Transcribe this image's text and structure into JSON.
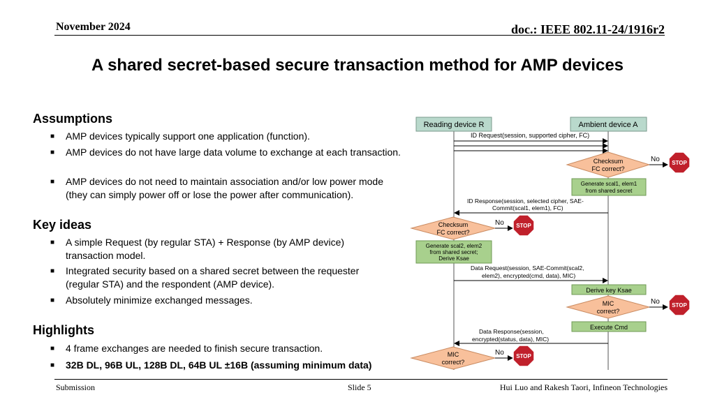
{
  "header": {
    "date": "November 2024",
    "doc": "doc.: IEEE 802.11-24/1916r2"
  },
  "title": "A shared secret-based secure transaction method for AMP devices",
  "sections": {
    "assumptions": {
      "heading": "Assumptions",
      "items": [
        "AMP devices typically support one application (function).",
        "AMP devices do not have large data volume to exchange at each transaction.",
        "AMP devices do not need to maintain association and/or low power mode (they can simply power off or lose the power after communication)."
      ]
    },
    "key_ideas": {
      "heading": "Key ideas",
      "items": [
        "A simple Request (by regular STA) + Response (by AMP device) transaction model.",
        "Integrated security based on a shared secret between the requester (regular STA) and the respondent (AMP device).",
        "Absolutely minimize exchanged messages."
      ]
    },
    "highlights": {
      "heading": "Highlights",
      "items": [
        "4 frame exchanges are needed to finish secure transaction.",
        "32B DL, 96B UL, 128B DL, 64B UL ±16B (assuming minimum data)"
      ]
    }
  },
  "diagram": {
    "reader_label": "Reading device R",
    "ambient_label": "Ambient device A",
    "msg_id_request": "ID Request(session,  supported  cipher, FC)",
    "checksum_a": [
      "Checksum",
      "FC correct?"
    ],
    "no_label": "No",
    "stop_label": "STOP",
    "gen_a": [
      "Generate  scal1, elem1",
      "from shared secret"
    ],
    "msg_id_response": [
      "ID Response(session,  selected  cipher, SAE-",
      "Commit(scal1,  elem1),  FC)"
    ],
    "checksum_r": [
      "Checksum",
      "FC correct?"
    ],
    "gen_r": [
      "Generate  scal2, elem2",
      "from shared secret;",
      "Derive Ksae"
    ],
    "msg_data_request": [
      "Data Request(session,  SAE-Commit(scal2,",
      "elem2),  encrypted(cmd, data),  MIC)"
    ],
    "derive_a": "Derive key Ksae",
    "mic_a": [
      "MIC",
      "correct?"
    ],
    "exec_a": "Execute  Cmd",
    "msg_data_response": [
      "Data Response(session,",
      "encrypted(status,  data),  MIC)"
    ],
    "mic_r": [
      "MIC",
      "correct?"
    ],
    "colors": {
      "actor_fill": "#b9d9cc",
      "process_fill": "#a8d08d",
      "decision_fill": "#f8c09b",
      "stop_red": "#c0202b"
    }
  },
  "footer": {
    "left": "Submission",
    "center": "Slide 5",
    "right": "Hui Luo and Rakesh Taori, Infineon Technologies"
  }
}
